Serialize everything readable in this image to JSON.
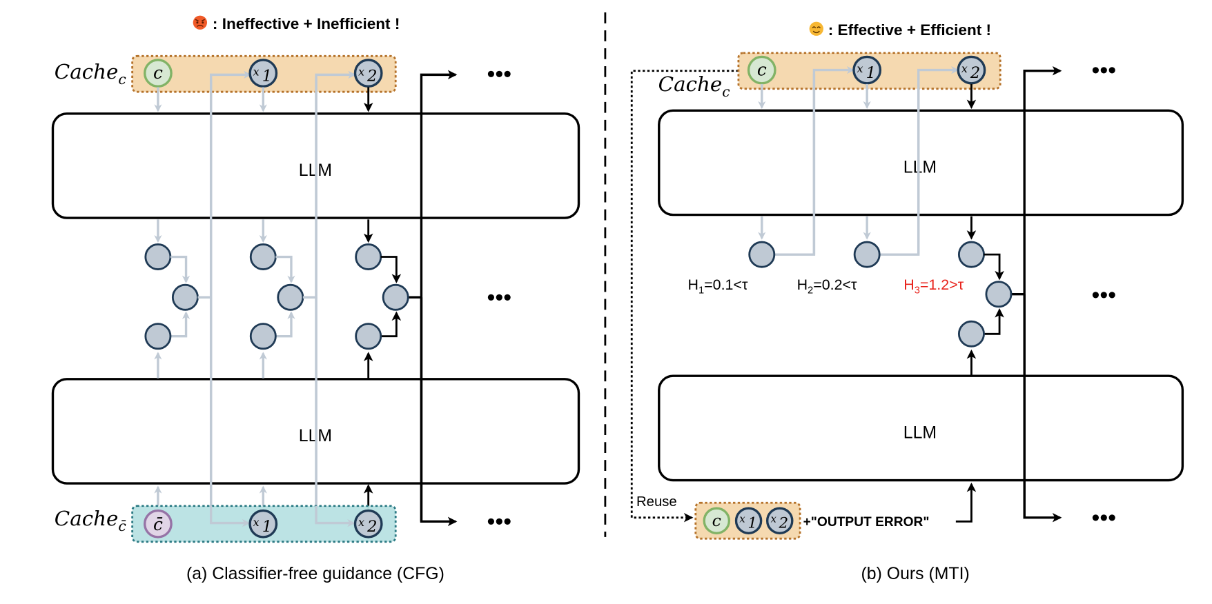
{
  "left_panel": {
    "title_emoji": "angry-face",
    "title": ": Ineffective + Inefficient !",
    "cache_cond_label": "Cache",
    "cache_cond_sub": "c",
    "cache_uncond_label": "Cache",
    "cache_uncond_sub": "c̄",
    "tokens_top": [
      "c",
      "x",
      "x"
    ],
    "tokens_top_sub": [
      "",
      "1",
      "2"
    ],
    "tokens_bottom": [
      "c̄",
      "x",
      "x"
    ],
    "tokens_bottom_sub": [
      "",
      "1",
      "2"
    ],
    "llm_top": "LLM",
    "llm_bottom": "LLM",
    "ellipsis": "•••",
    "caption": "(a) Classifier-free guidance (CFG)"
  },
  "right_panel": {
    "title_emoji": "smiling-face",
    "title": ":  Effective + Efficient !",
    "cache_cond_label": "Cache",
    "cache_cond_sub": "c",
    "tokens_top": [
      "c",
      "x",
      "x"
    ],
    "tokens_top_sub": [
      "",
      "1",
      "2"
    ],
    "llm_top": "LLM",
    "llm_bottom": "LLM",
    "entropy_labels": [
      {
        "h": "H",
        "sub": "1",
        "rest": "=0.1<τ",
        "color": "#000000"
      },
      {
        "h": "H",
        "sub": "2",
        "rest": "=0.2<τ",
        "color": "#000000"
      },
      {
        "h": "H",
        "sub": "3",
        "rest": "=1.2>τ",
        "color": "#e8231c"
      }
    ],
    "reuse_label": "Reuse",
    "reuse_tokens": [
      "c",
      "x",
      "x"
    ],
    "reuse_tokens_sub": [
      "",
      "1",
      "2"
    ],
    "output_error": "+\"OUTPUT ERROR\"",
    "ellipsis": "•••",
    "caption": "(b) Ours (MTI)"
  },
  "colors": {
    "cache_cond_fill": "#f5d9b0",
    "cache_cond_border": "#b5722a",
    "cache_uncond_fill": "#b8e1e3",
    "cache_uncond_border": "#2c7a84",
    "node_fill": "#bfc9d4",
    "node_border": "#1f3a55",
    "cond_fill": "#d7e8d3",
    "cond_border": "#82b366",
    "uncond_fill": "#e1d5e7",
    "uncond_border": "#9673a6",
    "gray_arrow": "#c0cad5",
    "highlight_red": "#e8231c"
  }
}
